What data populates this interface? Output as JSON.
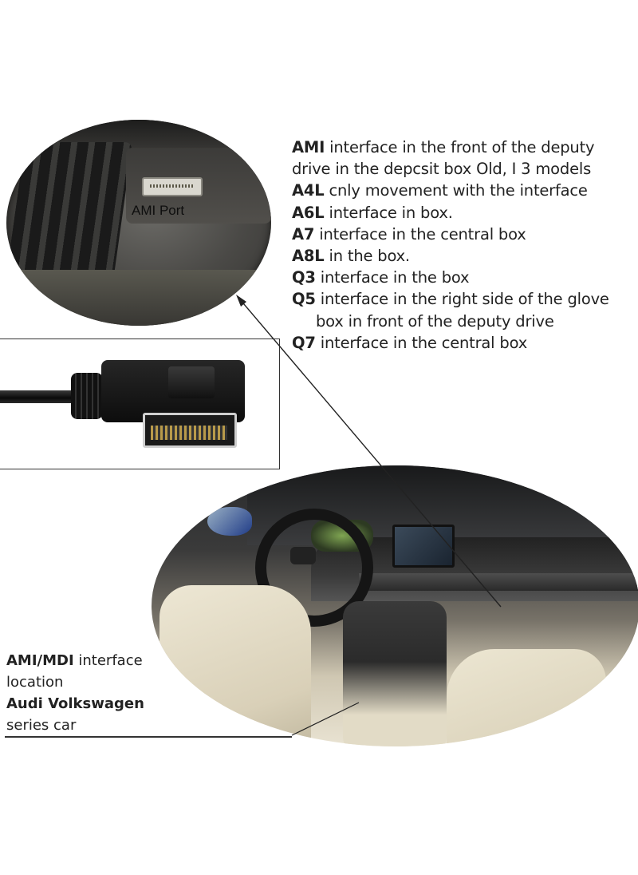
{
  "port_photo": {
    "port_label": "AMI  Port"
  },
  "spec_list": {
    "items": [
      {
        "bold": "AMI",
        "text": " interface in the front of the deputy"
      },
      {
        "bold": "",
        "text": "drive in the depcsit box Old, I 3 models"
      },
      {
        "bold": "A4L",
        "text": " cnly movement with the interface"
      },
      {
        "bold": "A6L",
        "text": "  interface in box."
      },
      {
        "bold": "A7",
        "text": " interface in the central box"
      },
      {
        "bold": "A8L",
        "text": " in the box."
      },
      {
        "bold": "Q3",
        "text": " interface in the box"
      },
      {
        "bold": "Q5",
        "text": " interface in the right side of the glove"
      },
      {
        "bold": "",
        "text": "box in front of the deputy drive"
      },
      {
        "bold": "Q7",
        "text": " interface in the central box"
      }
    ]
  },
  "caption": {
    "line1_bold": "AMI/MDI",
    "line1_rest": " interface",
    "line2": "location",
    "line3": "Audi Volkswagen",
    "line4": "series car"
  },
  "colors": {
    "text": "#222222",
    "frame": "#333333"
  }
}
